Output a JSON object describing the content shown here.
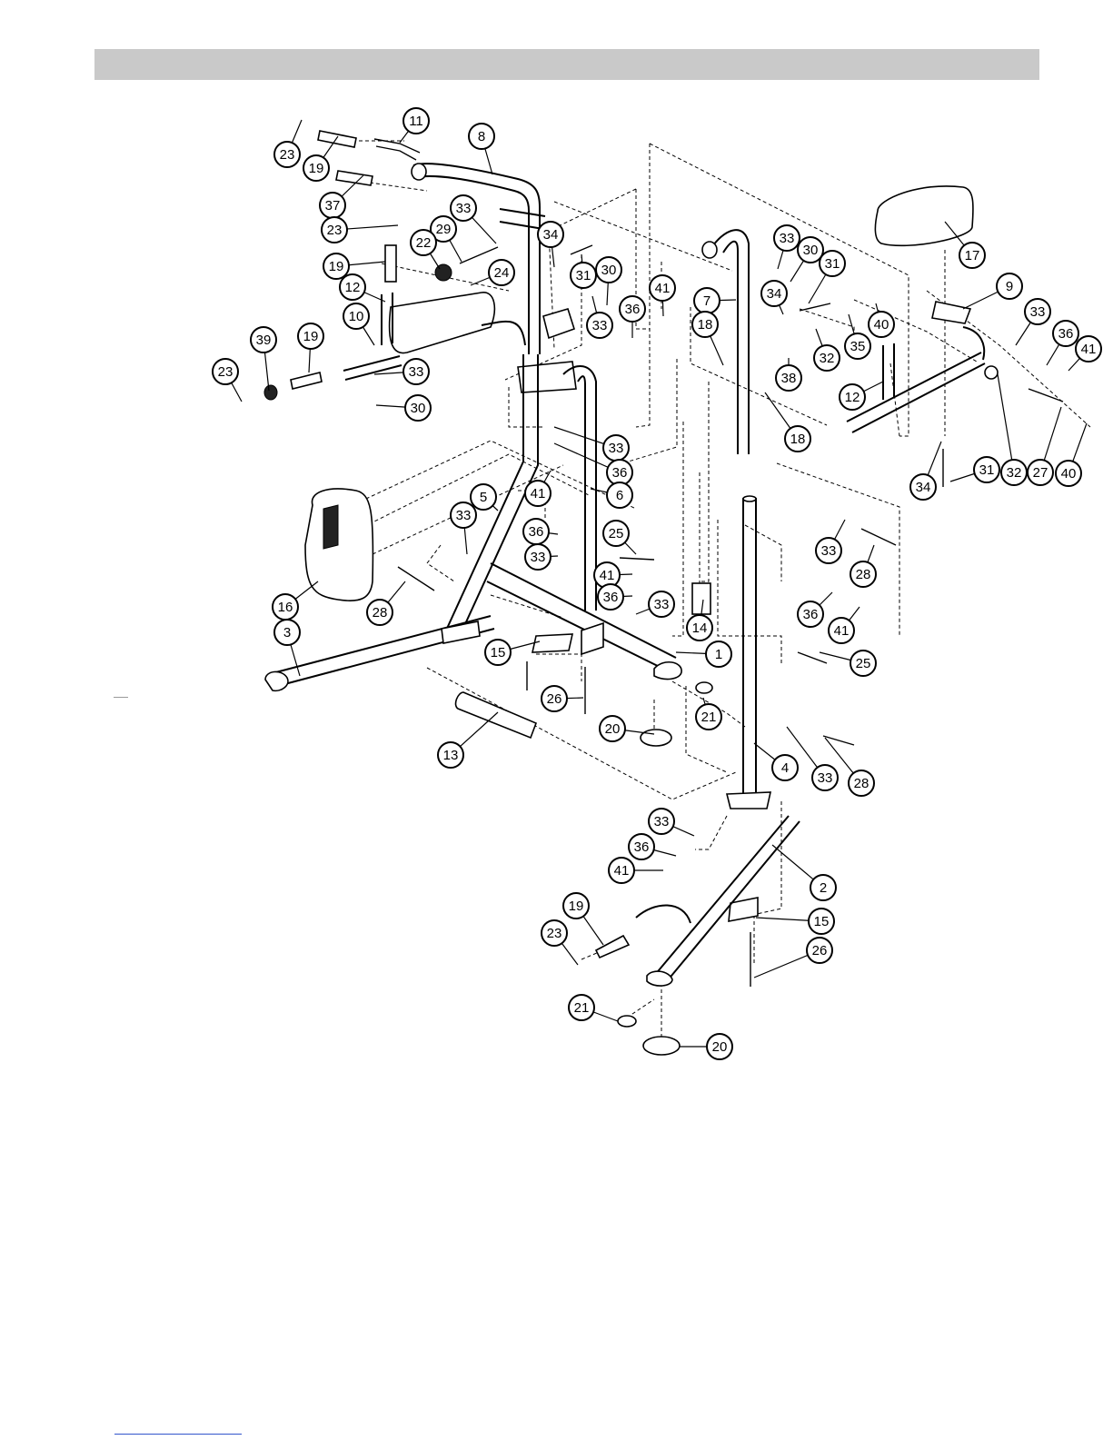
{
  "header": {
    "title": ""
  },
  "diagram": {
    "labels": [
      "23",
      "19",
      "11",
      "8",
      "37",
      "23",
      "33",
      "29",
      "22",
      "19",
      "24",
      "34",
      "31",
      "30",
      "12",
      "10",
      "39",
      "19",
      "33",
      "30",
      "23",
      "33",
      "36",
      "41",
      "7",
      "33",
      "30",
      "31",
      "34",
      "18",
      "40",
      "32",
      "35",
      "38",
      "18",
      "17",
      "9",
      "33",
      "36",
      "41",
      "12",
      "32",
      "27",
      "40",
      "34",
      "31",
      "33",
      "36",
      "41",
      "6",
      "5",
      "33",
      "36",
      "33",
      "25",
      "41",
      "36",
      "33",
      "16",
      "28",
      "3",
      "15",
      "1",
      "26",
      "21",
      "20",
      "13",
      "14",
      "33",
      "28",
      "36",
      "41",
      "25",
      "4",
      "33",
      "28",
      "33",
      "36",
      "41",
      "2",
      "19",
      "23",
      "15",
      "26",
      "21",
      "20"
    ]
  }
}
